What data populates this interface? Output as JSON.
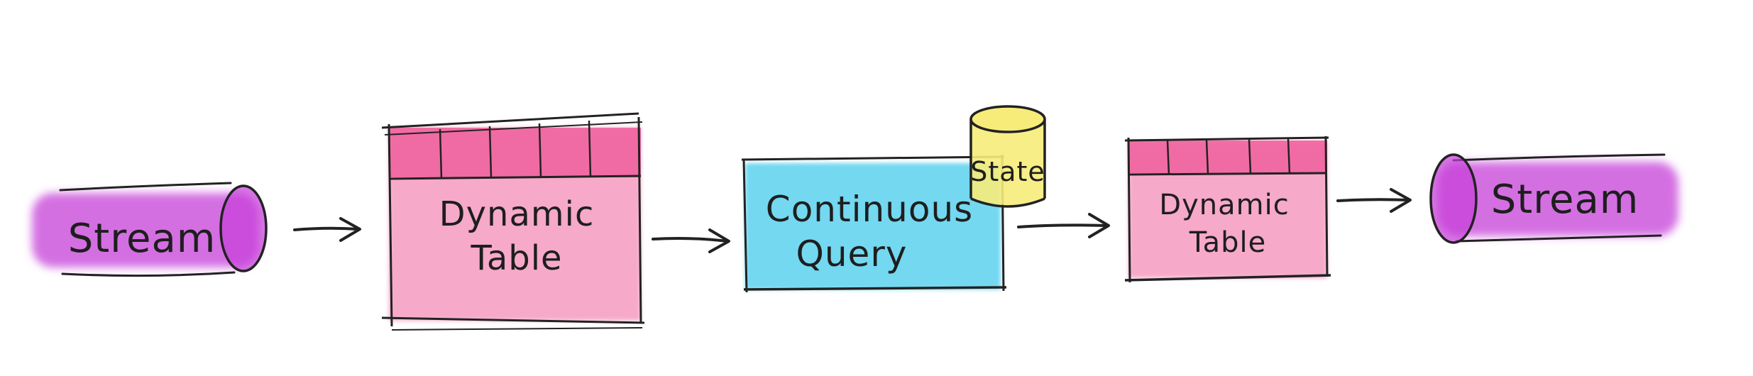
{
  "diagram": {
    "nodes": [
      {
        "id": "stream-in",
        "shape": "stream-cylinder",
        "label": "Stream",
        "fill": "#c63fd9"
      },
      {
        "id": "dynamic-table-in",
        "shape": "table",
        "label_line1": "Dynamic",
        "label_line2": "Table",
        "fill": "#f0649e"
      },
      {
        "id": "continuous-query",
        "shape": "box",
        "label_line1": "Continuous",
        "label_line2": "Query",
        "fill": "#39c8ea"
      },
      {
        "id": "state",
        "shape": "database-cylinder",
        "label": "State",
        "fill": "#f7ec7a"
      },
      {
        "id": "dynamic-table-out",
        "shape": "table",
        "label_line1": "Dynamic",
        "label_line2": "Table",
        "fill": "#f0649e"
      },
      {
        "id": "stream-out",
        "shape": "stream-cylinder",
        "label": "Stream",
        "fill": "#c63fd9"
      }
    ],
    "edges": [
      {
        "from": "stream-in",
        "to": "dynamic-table-in"
      },
      {
        "from": "dynamic-table-in",
        "to": "continuous-query"
      },
      {
        "from": "continuous-query",
        "to": "dynamic-table-out"
      },
      {
        "from": "dynamic-table-out",
        "to": "stream-out"
      }
    ],
    "colors": {
      "stroke": "#222222",
      "stream": "#c63fd9",
      "table": "#f0649e",
      "query": "#39c8ea",
      "state": "#f7ec7a"
    }
  }
}
